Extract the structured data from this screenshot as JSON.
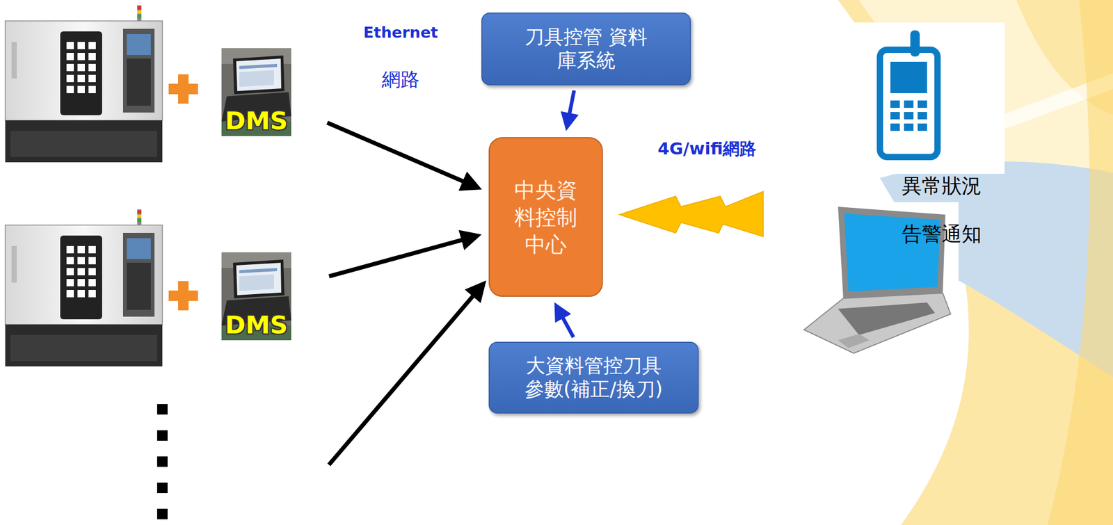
{
  "diagram": {
    "nodes": [
      {
        "text": [
          "DMS"
        ]
      },
      {
        "text": [
          "刀具控管 資料庫系統"
        ]
      },
      {
        "text": [
          "中央資 料控制 中心"
        ]
      },
      {
        "text": [
          "DMS"
        ]
      },
      {
        "text": [
          "大資料管控刀具 參數(補正/換刀)"
        ]
      }
    ],
    "edges": [
      {
        "from": 0,
        "to": 2,
        "arrow": "to"
      },
      {
        "from": 3,
        "to": 2,
        "arrow": "to"
      },
      {
        "from": 1,
        "to": 2,
        "arrow": "to"
      },
      {
        "from": 4,
        "to": 2,
        "arrow": "to"
      }
    ],
    "labels": [
      "Ethernet",
      "網路",
      "4G/wifi網路",
      "異常狀況",
      "告警通知"
    ]
  }
}
